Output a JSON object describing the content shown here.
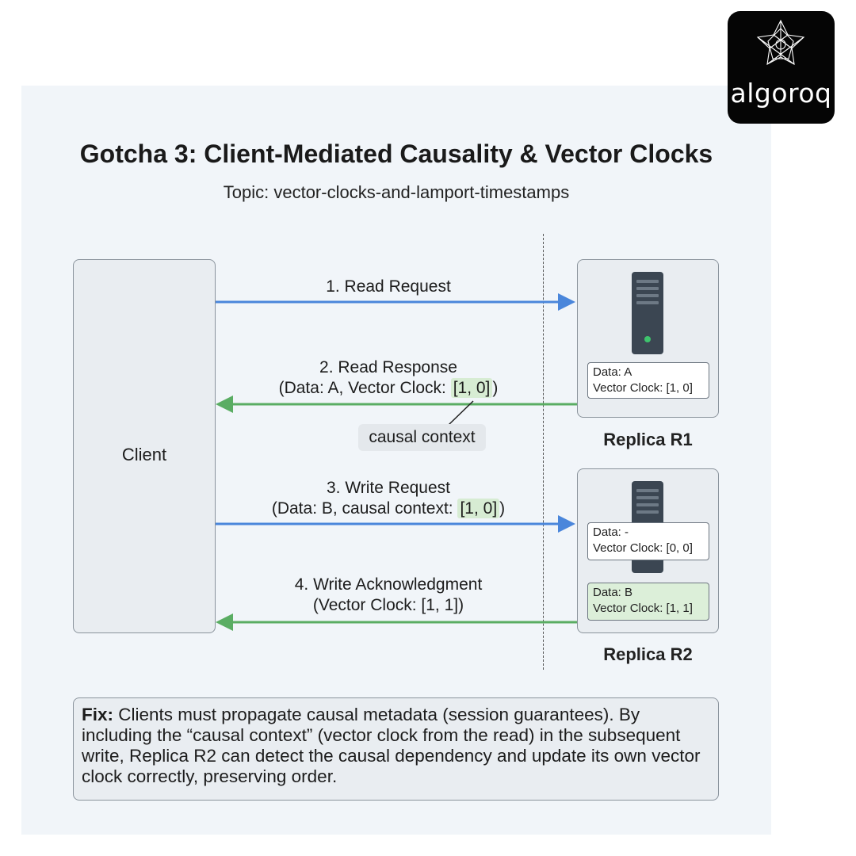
{
  "logo": {
    "text": "algoroq"
  },
  "title": "Gotcha 3: Client-Mediated Causality & Vector Clocks",
  "subtitle": "Topic: vector-clocks-and-lamport-timestamps",
  "client": {
    "label": "Client"
  },
  "messages": {
    "m1": {
      "line1": "1. Read Request"
    },
    "m2": {
      "line1": "2. Read Response",
      "line2_prefix": "(Data: A, Vector Clock: ",
      "line2_highlight": "[1, 0]",
      "line2_suffix": ")"
    },
    "m3": {
      "line1": "3. Write Request",
      "line2_prefix": "(Data: B, causal context: ",
      "line2_highlight": "[1, 0]",
      "line2_suffix": ")"
    },
    "m4": {
      "line1": "4. Write Acknowledgment",
      "line2": "(Vector Clock: [1, 1])"
    }
  },
  "callout": "causal context",
  "replicas": {
    "r1": {
      "label": "Replica R1",
      "data": "Data: A",
      "clock": "Vector Clock: [1, 0]"
    },
    "r2": {
      "label": "Replica R2",
      "before": {
        "data": "Data: -",
        "clock": "Vector Clock: [0, 0]"
      },
      "after": {
        "data": "Data: B",
        "clock": "Vector Clock: [1, 1]"
      }
    }
  },
  "fix": {
    "bold": "Fix:",
    "text": " Clients must propagate causal metadata (session guarantees). By including the “causal context” (vector clock from the read) in the subsequent write, Replica R2 can detect the causal dependency and update its own vector clock correctly, preserving order."
  },
  "colors": {
    "request_arrow": "#4a86db",
    "response_arrow": "#5aad63",
    "highlight": "#d7ecd3",
    "led": "#3ec46d"
  }
}
